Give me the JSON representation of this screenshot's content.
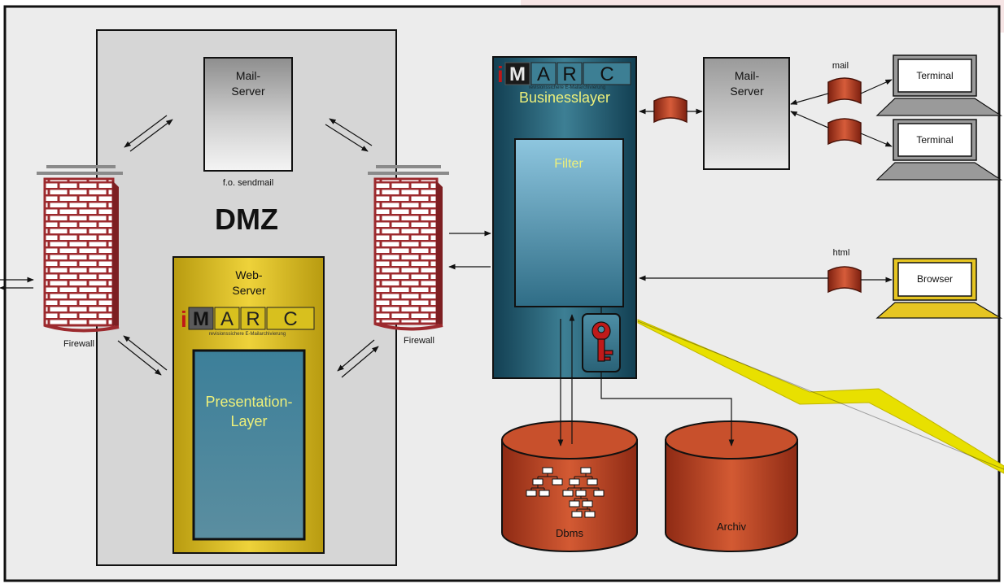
{
  "dmz": {
    "title": "DMZ"
  },
  "mail_server_dmz": {
    "line1": "Mail-",
    "line2": "Server",
    "caption": "f.o. sendmail"
  },
  "web_server": {
    "line1": "Web-",
    "line2": "Server"
  },
  "presentation_layer": {
    "line1": "Presentation-",
    "line2": "Layer"
  },
  "firewall_left": {
    "label": "Firewall"
  },
  "firewall_right": {
    "label": "Firewall"
  },
  "logo": {
    "letter_i": "i",
    "letters": [
      "M",
      "A",
      "R",
      "C"
    ],
    "tagline": "revisionssichere E-Mailarchivierung"
  },
  "business": {
    "title": "Businesslayer",
    "filter": "Filter"
  },
  "mail_server_right": {
    "line1": "Mail-",
    "line2": "Server"
  },
  "protocols": {
    "mail": "mail",
    "html": "html"
  },
  "terminals": [
    "Terminal",
    "Terminal"
  ],
  "browser": {
    "label": "Browser"
  },
  "databases": {
    "dbms": "Dbms",
    "archiv": "Archiv"
  },
  "colors": {
    "frame": "#111111",
    "outer_bg": "#ededed",
    "dmz_bg": "#d6d6d6",
    "page_tint": "#f6e5e5",
    "yellow": "#e0c21c",
    "teal": "#2e6b82",
    "firewall_red": "#9c2a2e",
    "db_red": "#c44a2a",
    "accent_text": "#eef07a",
    "lightning": "#e8e000"
  }
}
